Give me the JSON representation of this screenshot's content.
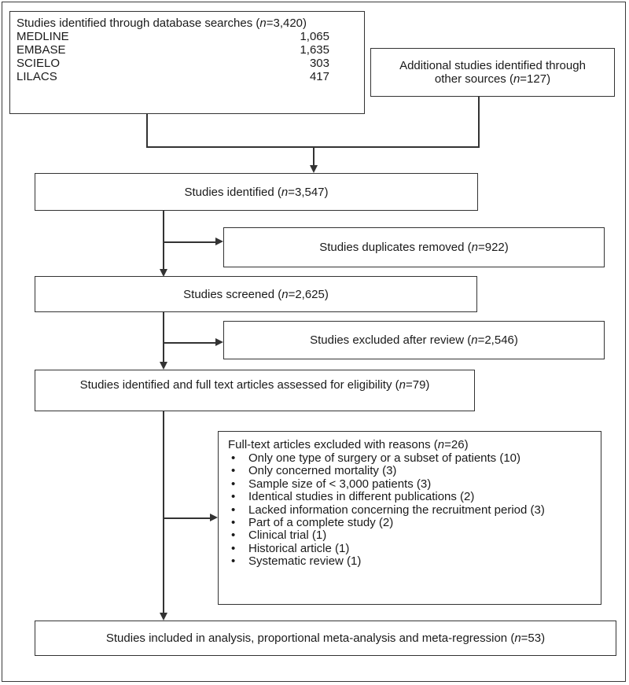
{
  "boxes": {
    "database": {
      "title_pre": "Studies identified through database searches (",
      "n_label": "n",
      "title_post": "=3,420)",
      "sources": [
        {
          "name": "MEDLINE",
          "count": "1,065"
        },
        {
          "name": "EMBASE",
          "count": "1,635"
        },
        {
          "name": "SCIELO",
          "count": "303"
        },
        {
          "name": "LILACS",
          "count": "417"
        }
      ]
    },
    "additional": {
      "line1": "Additional studies identified through",
      "line2_pre": "other sources (",
      "n_label": "n",
      "line2_post": "=127)"
    },
    "identified": {
      "pre": "Studies identified (",
      "n_label": "n",
      "post": "=3,547)"
    },
    "duplicates": {
      "pre": "Studies duplicates removed (",
      "n_label": "n",
      "post": "=922)"
    },
    "screened": {
      "pre": "Studies screened (",
      "n_label": "n",
      "post": "=2,625)"
    },
    "excluded_review": {
      "pre": "Studies excluded after review (",
      "n_label": "n",
      "post": "=2,546)"
    },
    "eligibility": {
      "pre": "Studies identified and full text articles assessed for eligibility (",
      "n_label": "n",
      "post": "=79)"
    },
    "fulltext_excluded": {
      "title_pre": "Full-text articles excluded with reasons (",
      "n_label": "n",
      "title_post": "=26)",
      "reasons": [
        "Only one type of surgery or a subset of patients (10)",
        "Only concerned mortality (3)",
        "Sample size of < 3,000 patients (3)",
        "Identical studies in different publications (2)",
        "Lacked information concerning the recruitment period (3)",
        "Part of a complete study (2)",
        "Clinical trial (1)",
        "Historical article (1)",
        "Systematic review (1)"
      ]
    },
    "included": {
      "pre": "Studies included in analysis, proportional meta-analysis and meta-regression (",
      "n_label": "n",
      "post": "=53)"
    }
  },
  "colors": {
    "line": "#333333",
    "background": "#ffffff"
  }
}
